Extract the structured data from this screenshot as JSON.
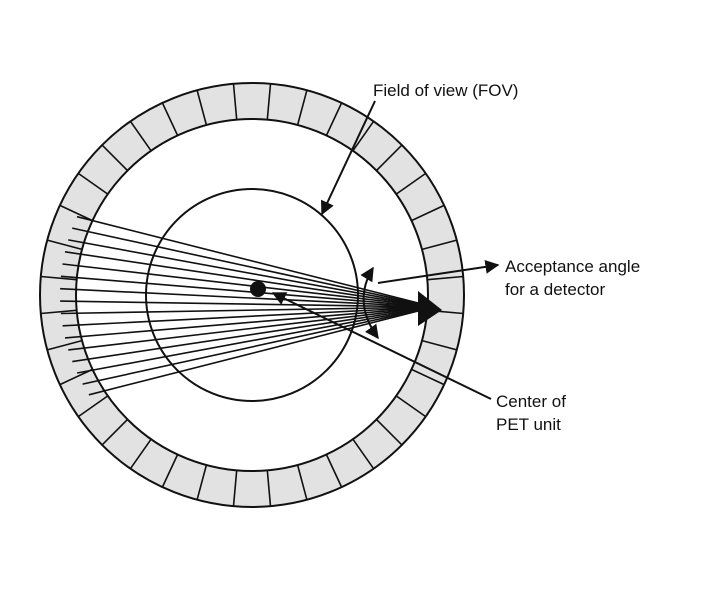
{
  "labels": {
    "fov": "Field of view (FOV)",
    "acceptance_line1": "Acceptance angle",
    "acceptance_line2": "for a detector",
    "center_line1": "Center of",
    "center_line2": "PET unit"
  },
  "colors": {
    "ring_fill": "#e2e2e2",
    "stroke": "#111111",
    "background": "#ffffff"
  }
}
